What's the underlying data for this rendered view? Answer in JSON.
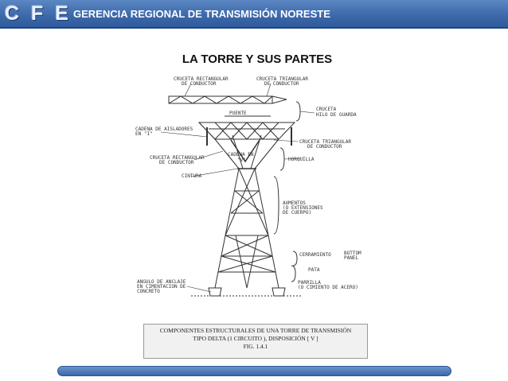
{
  "header": {
    "logo": "C F E",
    "title": "GERENCIA REGIONAL DE TRANSMISIÓN NORESTE"
  },
  "slide": {
    "title": "LA TORRE Y SUS PARTES"
  },
  "diagram": {
    "labels": {
      "cruceta_rect_top_1": "CRUCETA RECTANGULAR",
      "cruceta_rect_top_2": "DE CONDUCTOR",
      "cruceta_tri_top_1": "CRUCETA TRIANGULAR",
      "cruceta_tri_top_2": "DE CONDUCTOR",
      "hilo_1": "CRUCETA",
      "hilo_2": "HILO DE GUARDA",
      "puente": "PUENTE",
      "cadena_i_1": "CADENA DE AISLADORES",
      "cadena_i_2": "EN \"I\"",
      "cruceta_tri_right_1": "CRUCETA TRIANGULAR",
      "cruceta_tri_right_2": "DE CONDUCTOR",
      "cadena_v_1": "CADENA EN",
      "cadena_v_2": "\"V\"",
      "cruceta_rect_left_1": "CRUCETA RECTANGULAR",
      "cruceta_rect_left_2": "DE CONDUCTOR",
      "horquilla": "HORQUILLA",
      "cintura": "CINTURA",
      "aumentos_1": "AUMENTOS",
      "aumentos_2": "(O EXTENSIONES",
      "aumentos_3": "DE CUERPO)",
      "cerramiento": "CERRAMIENTO",
      "bottom_1": "BOTTOM",
      "bottom_2": "PANEL",
      "pata": "PATA",
      "parrilla_1": "PARRILLA",
      "parrilla_2": "(O CIMIENTO DE ACERO)",
      "angulo_1": "ANGULO DE ANCLAJE",
      "angulo_2": "EN CIMENTACION DE",
      "angulo_3": "CONCRETO"
    },
    "caption": {
      "line1": "COMPONENTES ESTRUCTURALES DE UNA TORRE DE TRANSMISIÓN",
      "line2": "TIPO DELTA     (1 CIRCUITO ), DISPOSICIÓN [ V ]",
      "line3": "FIG. 1.4.1"
    }
  }
}
